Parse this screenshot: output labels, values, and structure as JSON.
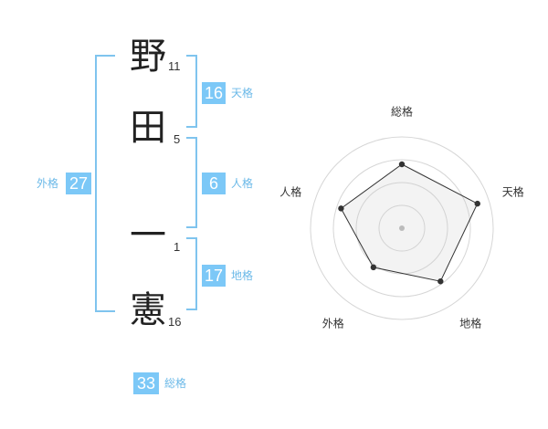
{
  "name": {
    "chars": [
      {
        "char": "野",
        "strokes": "11"
      },
      {
        "char": "田",
        "strokes": "5"
      },
      {
        "char": "一",
        "strokes": "1"
      },
      {
        "char": "憲",
        "strokes": "16"
      }
    ]
  },
  "kaku": {
    "ten": {
      "value": "16",
      "label": "天格"
    },
    "jin": {
      "value": "6",
      "label": "人格"
    },
    "chi": {
      "value": "17",
      "label": "地格"
    },
    "gai": {
      "value": "27",
      "label": "外格"
    },
    "sou": {
      "value": "33",
      "label": "総格"
    }
  },
  "colors": {
    "accent": "#7cc8f7",
    "bracket": "#7fc4ee",
    "label": "#6bb9e8"
  },
  "chart_data": {
    "type": "radar",
    "axes": [
      "総格",
      "天格",
      "地格",
      "外格",
      "人格"
    ],
    "values": [
      0.7,
      0.87,
      0.72,
      0.53,
      0.7
    ],
    "range": [
      0,
      1
    ],
    "rings": 4
  }
}
